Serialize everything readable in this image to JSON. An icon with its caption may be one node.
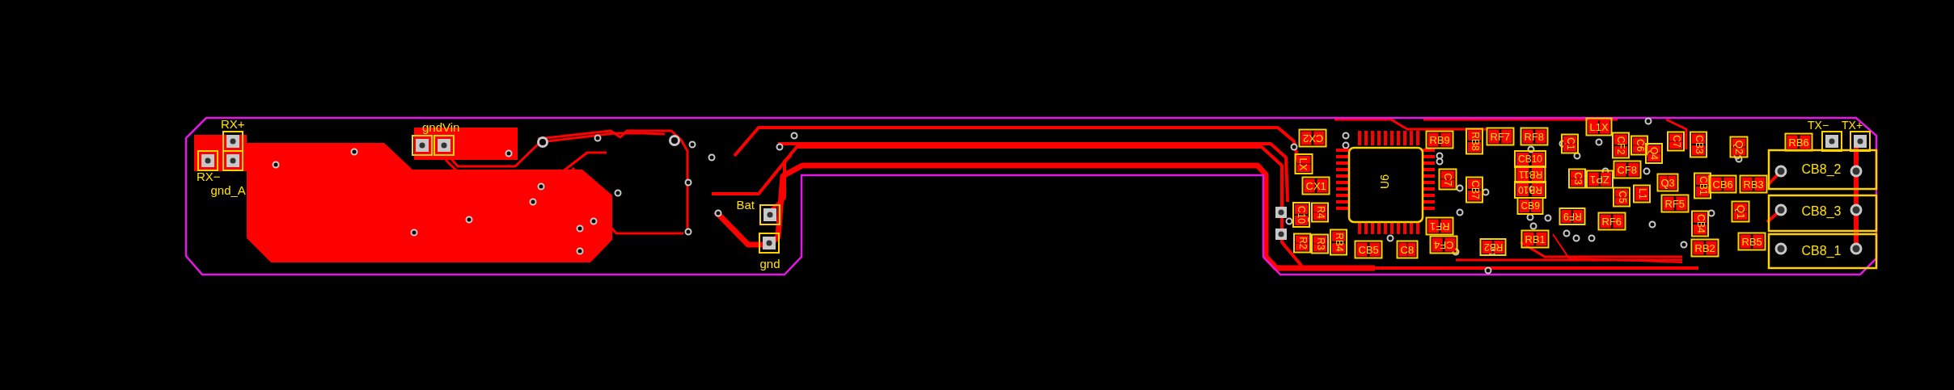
{
  "diagram": {
    "labels": [
      "RX+",
      "RX−",
      "gnd_A",
      "gndVin",
      "Bat",
      "gnd",
      "CX2",
      "LX",
      "CX1",
      "C10",
      "R4",
      "R2",
      "R3",
      "RB4",
      "U6",
      "CB5",
      "C8",
      "RB9",
      "C7",
      "RF1",
      "CF4",
      "RB8",
      "CB7",
      "RB2",
      "RF7",
      "RF8",
      "CB10",
      "RB11",
      "RB10",
      "CB9",
      "RB1",
      "C1",
      "L1X",
      "C3",
      "ZP1",
      "RF9",
      "RF6",
      "CF2",
      "C6",
      "CF8",
      "C5",
      "L1",
      "Q4",
      "C7",
      "Q3",
      "RF5",
      "CB3",
      "CB1",
      "CB4",
      "RB2",
      "Q2",
      "CB6",
      "RB3",
      "Q1",
      "RB5",
      "RB6",
      "TX−",
      "TX+",
      "CB8_2",
      "CB8_3",
      "CB8_1"
    ]
  }
}
